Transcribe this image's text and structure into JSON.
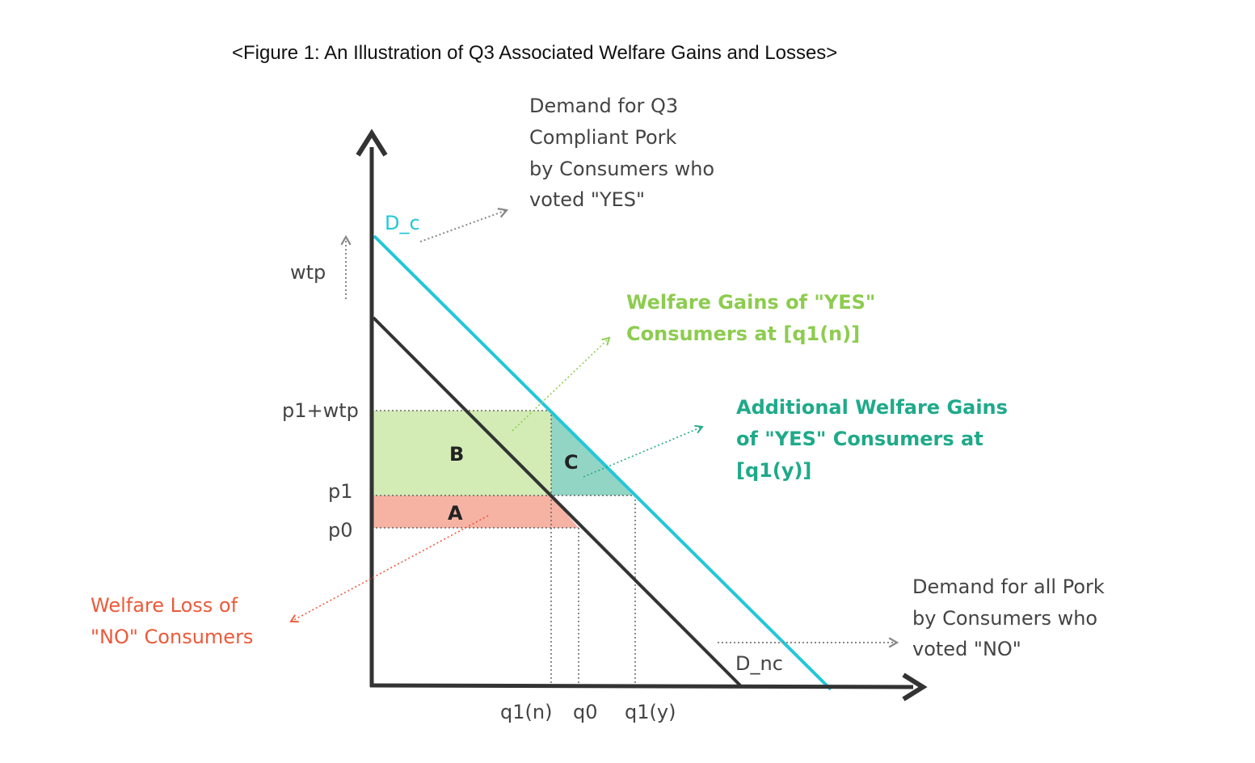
{
  "title": "<Figure 1:  An Illustration of Q3 Associated Welfare Gains and Losses>",
  "colors": {
    "axis": "#333333",
    "compliant_demand": "#22c7d8",
    "noncompliant_demand": "#333333",
    "region_a": "#f6b3a4",
    "region_b": "#d3ecb5",
    "region_c": "#93d5c5",
    "green_text": "#8dcc4f",
    "teal_text": "#1faa8a",
    "red_text": "#ec5a3a",
    "gray_text": "#444444"
  },
  "curves": {
    "d_c": "D_c",
    "d_nc": "D_nc"
  },
  "y_labels": {
    "wtp": "wtp",
    "p1_wtp": "p1+wtp",
    "p1": "p1",
    "p0": "p0"
  },
  "x_labels": {
    "q1n": "q1(n)",
    "q0": "q0",
    "q1y": "q1(y)"
  },
  "regions": {
    "a": "A",
    "b": "B",
    "c": "C"
  },
  "annotations": {
    "demand_yes": [
      "Demand for Q3",
      "Compliant Pork",
      "by Consumers who",
      "voted \"YES\""
    ],
    "gains_yes": [
      "Welfare Gains of \"YES\"",
      "Consumers at [q1(n)]"
    ],
    "additional_gains": [
      "Additional Welfare Gains",
      "of \"YES\" Consumers at",
      "[q1(y)]"
    ],
    "loss_no": [
      "Welfare Loss of",
      "\"NO\" Consumers"
    ],
    "demand_no": [
      "Demand for all Pork",
      "by Consumers who",
      "voted \"NO\""
    ]
  }
}
